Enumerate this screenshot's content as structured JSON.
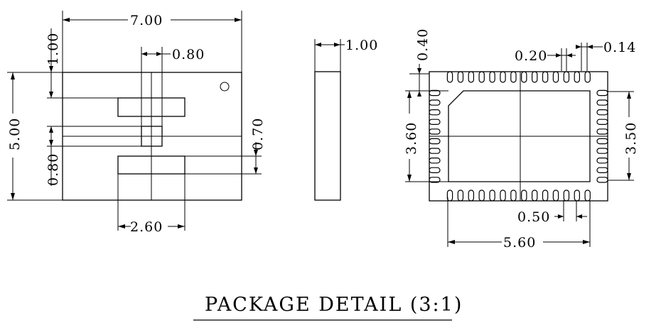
{
  "title": "PACKAGE DETAIL (3:1)",
  "dims": {
    "width": "7.00",
    "height": "5.00",
    "top_margin": "1.00",
    "slot_width": "0.80",
    "slot_height": "0.80",
    "gap": "0.70",
    "pad_span": "2.60",
    "thickness": "1.00",
    "offset": "0.40",
    "pad_width": "0.20",
    "pad_gap": "0.14",
    "inner_height": "3.60",
    "pad_row": "3.50",
    "pitch": "0.50",
    "total_span": "5.60"
  }
}
